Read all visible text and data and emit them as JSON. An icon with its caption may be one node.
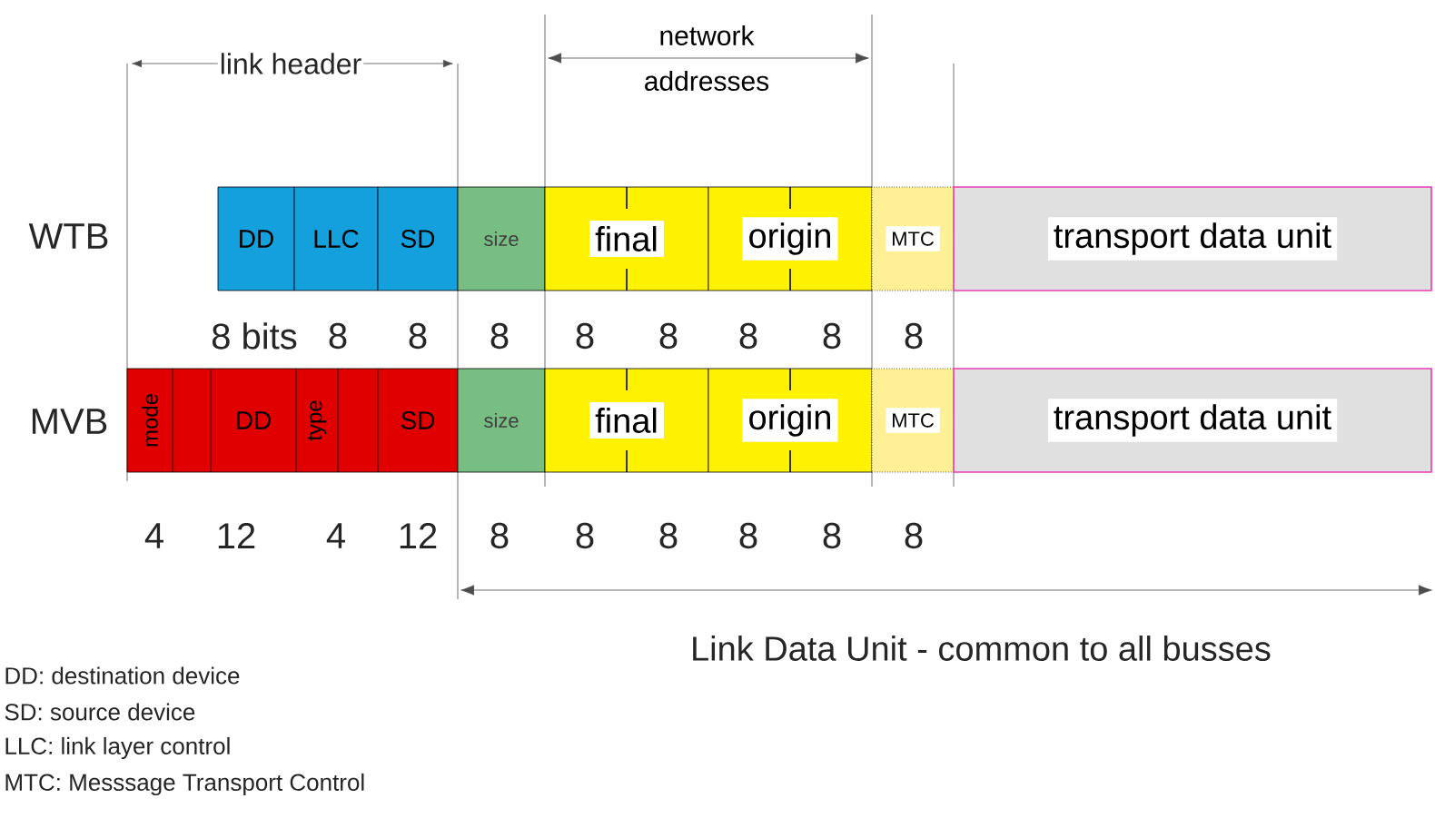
{
  "diagram": {
    "nodes": [
      {
        "text": [
          "DD"
        ]
      },
      {
        "text": [
          "LLC"
        ]
      },
      {
        "text": [
          "SD"
        ]
      },
      {
        "text": [
          "size"
        ]
      },
      {
        "text": [
          "final"
        ]
      },
      {
        "text": [
          "origin"
        ]
      },
      {
        "text": [
          "MTC"
        ]
      },
      {
        "text": [
          "transport data unit"
        ]
      },
      {
        "text": [
          "mode"
        ]
      },
      {
        "text": [
          "DD"
        ]
      },
      {
        "text": [
          "type"
        ]
      },
      {
        "text": [
          "SD"
        ]
      },
      {
        "text": [
          "size"
        ]
      },
      {
        "text": [
          "final"
        ]
      },
      {
        "text": [
          "origin"
        ]
      },
      {
        "text": [
          "MTC"
        ]
      },
      {
        "text": [
          "transport data unit"
        ]
      }
    ],
    "labels": [
      "link header",
      "network addresses",
      "WTB",
      "MVB",
      "8 bits",
      "8",
      "8",
      "8",
      "8",
      "8",
      "8",
      "8",
      "8",
      "4",
      "12",
      "4",
      "12",
      "8",
      "8",
      "8",
      "8",
      "8",
      "8",
      "Link Data Unit - common to all busses",
      "DD: destination device",
      "SD: source device",
      "LLC: link layer control",
      "MTC: Messsage Transport Control"
    ]
  }
}
